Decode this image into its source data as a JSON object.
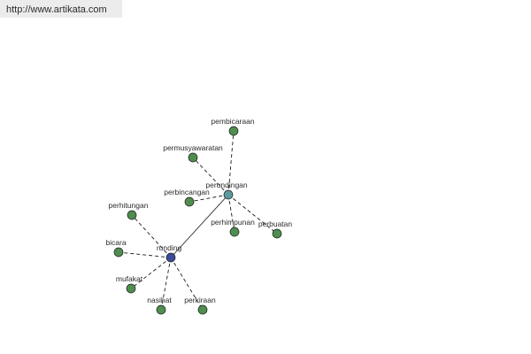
{
  "watermark": {
    "url_text": "http://www.artikata.com"
  },
  "graph": {
    "colors": {
      "leaf": "#4f8e4f",
      "hub_rundingan": "#3b4b98",
      "hub_perundingan": "#5d9aa0",
      "edge": "#1a1a1a"
    },
    "nodes": [
      {
        "id": "rundingan",
        "label": "runding",
        "kind": "hub_rundingan"
      },
      {
        "id": "perundingan",
        "label": "perundingan",
        "kind": "hub_perundingan"
      },
      {
        "id": "pembicaraan",
        "label": "pembicaraan",
        "kind": "leaf"
      },
      {
        "id": "permusyawaratan",
        "label": "permusyawaratan",
        "kind": "leaf"
      },
      {
        "id": "perbincangan",
        "label": "perbincangan",
        "kind": "leaf"
      },
      {
        "id": "perhimpunan",
        "label": "perhimpunan",
        "kind": "leaf"
      },
      {
        "id": "perbuatan",
        "label": "perbuatan",
        "kind": "leaf"
      },
      {
        "id": "perhitungan",
        "label": "perhitungan",
        "kind": "leaf"
      },
      {
        "id": "bicara",
        "label": "bicara",
        "kind": "leaf"
      },
      {
        "id": "mufakat",
        "label": "mufakat",
        "kind": "leaf"
      },
      {
        "id": "nasihat",
        "label": "nasihat",
        "kind": "leaf"
      },
      {
        "id": "perkiraan",
        "label": "perkiraan",
        "kind": "leaf"
      }
    ],
    "edges": [
      {
        "from": "rundingan",
        "to": "perundingan",
        "style": "solid"
      },
      {
        "from": "perundingan",
        "to": "pembicaraan",
        "style": "dashed"
      },
      {
        "from": "perundingan",
        "to": "permusyawaratan",
        "style": "dashed"
      },
      {
        "from": "perundingan",
        "to": "perbincangan",
        "style": "dashed"
      },
      {
        "from": "perundingan",
        "to": "perhimpunan",
        "style": "dashed"
      },
      {
        "from": "perundingan",
        "to": "perbuatan",
        "style": "dashed"
      },
      {
        "from": "rundingan",
        "to": "perhitungan",
        "style": "dashed"
      },
      {
        "from": "rundingan",
        "to": "bicara",
        "style": "dashed"
      },
      {
        "from": "rundingan",
        "to": "mufakat",
        "style": "dashed"
      },
      {
        "from": "rundingan",
        "to": "nasihat",
        "style": "dashed"
      },
      {
        "from": "rundingan",
        "to": "perkiraan",
        "style": "dashed"
      }
    ]
  }
}
